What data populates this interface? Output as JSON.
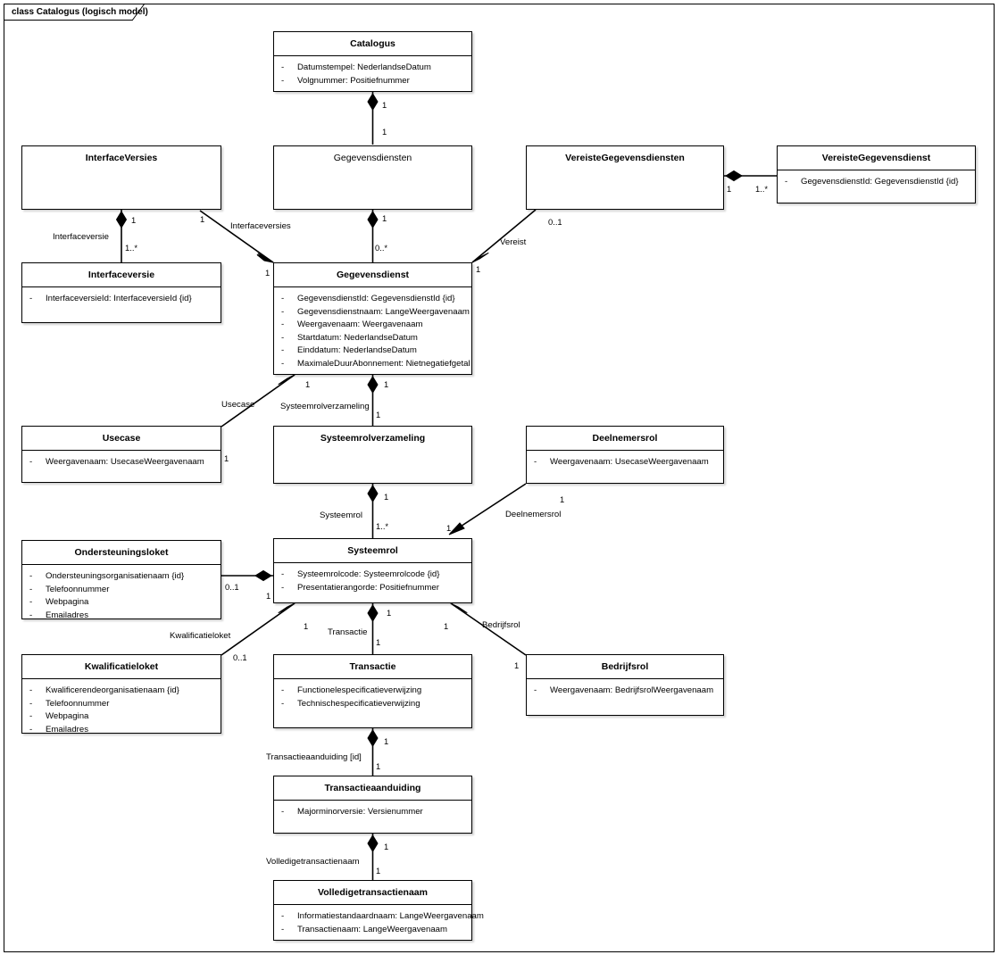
{
  "diagram": {
    "title": "class Catalogus (logisch model)",
    "type": "uml-class-diagram"
  },
  "classes": [
    {
      "id": "catalogus",
      "name": "Catalogus",
      "bold_title": true,
      "attributes": [
        "Datumstempel: NederlandseDatum",
        "Volgnummer: Positiefnummer"
      ]
    },
    {
      "id": "interfaceversies",
      "name": "InterfaceVersies",
      "bold_title": true,
      "attributes": []
    },
    {
      "id": "gegevensdiensten",
      "name": "Gegevensdiensten",
      "bold_title": false,
      "attributes": []
    },
    {
      "id": "vereistegegevensdiensten",
      "name": "VereisteGegevensdiensten",
      "bold_title": true,
      "attributes": []
    },
    {
      "id": "vereistegegevensdienst",
      "name": "VereisteGegevensdienst",
      "bold_title": true,
      "attributes": [
        "GegevensdienstId: GegevensdienstId {id}"
      ]
    },
    {
      "id": "interfaceversie",
      "name": "Interfaceversie",
      "bold_title": true,
      "attributes": [
        "InterfaceversieId: InterfaceversieId {id}"
      ]
    },
    {
      "id": "gegevensdienst",
      "name": "Gegevensdienst",
      "bold_title": true,
      "attributes": [
        "GegevensdienstId: GegevensdienstId {id}",
        "Gegevensdienstnaam: LangeWeergavenaam",
        "Weergavenaam: Weergavenaam",
        "Startdatum: NederlandseDatum",
        "Einddatum: NederlandseDatum",
        "MaximaleDuurAbonnement: Nietnegatiefgetal"
      ]
    },
    {
      "id": "usecase",
      "name": "Usecase",
      "bold_title": true,
      "attributes": [
        "Weergavenaam: UsecaseWeergavenaam"
      ]
    },
    {
      "id": "systeemrolverzameling",
      "name": "Systeemrolverzameling",
      "bold_title": true,
      "attributes": []
    },
    {
      "id": "deelnemersrol",
      "name": "Deelnemersrol",
      "bold_title": true,
      "attributes": [
        "Weergavenaam: UsecaseWeergavenaam"
      ]
    },
    {
      "id": "ondersteuningsloket",
      "name": "Ondersteuningsloket",
      "bold_title": true,
      "attributes": [
        "Ondersteuningsorganisatienaam {id}",
        "Telefoonnummer",
        "Webpagina",
        "Emailadres"
      ]
    },
    {
      "id": "systeemrol",
      "name": "Systeemrol",
      "bold_title": true,
      "attributes": [
        "Systeemrolcode: Systeemrolcode {id}",
        "Presentatierangorde: Positiefnummer"
      ]
    },
    {
      "id": "kwalificatieloket",
      "name": "Kwalificatieloket",
      "bold_title": true,
      "attributes": [
        "Kwalificerendeorganisatienaam {id}",
        "Telefoonnummer",
        "Webpagina",
        "Emailadres"
      ]
    },
    {
      "id": "transactie",
      "name": "Transactie",
      "bold_title": true,
      "attributes": [
        "Functionelespecificatieverwijzing",
        "Technischespecificatieverwijzing"
      ]
    },
    {
      "id": "bedrijfsrol",
      "name": "Bedrijfsrol",
      "bold_title": true,
      "attributes": [
        "Weergavenaam: BedrijfsrolWeergavenaam"
      ]
    },
    {
      "id": "transactieaanduiding",
      "name": "Transactieaanduiding",
      "bold_title": true,
      "attributes": [
        "Majorminorversie: Versienummer"
      ]
    },
    {
      "id": "volledigetransactienaam",
      "name": "Volledigetransactienaam",
      "bold_title": true,
      "attributes": [
        "Informatiestandaardnaam: LangeWeergavenaam",
        "Transactienaam: LangeWeergavenaam"
      ]
    }
  ],
  "associations": [
    {
      "id": "a1",
      "from": "catalogus",
      "to": "gegevensdiensten",
      "role": "",
      "from_mult": "1",
      "to_mult": "1"
    },
    {
      "id": "a2",
      "from": "interfaceversies",
      "to": "interfaceversie",
      "role": "Interfaceversie",
      "from_mult": "1",
      "to_mult": "1..*"
    },
    {
      "id": "a3",
      "from": "interfaceversies",
      "to": "gegevensdienst",
      "role": "Interfaceversies",
      "from_mult": "1",
      "to_mult": "1"
    },
    {
      "id": "a4",
      "from": "gegevensdiensten",
      "to": "gegevensdienst",
      "role": "",
      "from_mult": "1",
      "to_mult": "0..*"
    },
    {
      "id": "a5",
      "from": "vereistegegevensdiensten",
      "to": "vereistegegevensdienst",
      "role": "",
      "from_mult": "1",
      "to_mult": "1..*"
    },
    {
      "id": "a6",
      "from": "vereistegegevensdiensten",
      "to": "gegevensdienst",
      "role": "Vereist",
      "from_mult": "0..1",
      "to_mult": "1"
    },
    {
      "id": "a7",
      "from": "gegevensdienst",
      "to": "usecase",
      "role": "Usecase",
      "from_mult": "1",
      "to_mult": "1"
    },
    {
      "id": "a8",
      "from": "gegevensdienst",
      "to": "systeemrolverzameling",
      "role": "Systeemrolverzameling",
      "from_mult": "1",
      "to_mult": "1"
    },
    {
      "id": "a9",
      "from": "systeemrolverzameling",
      "to": "systeemrol",
      "role": "Systeemrol",
      "from_mult": "1",
      "to_mult": "1..*"
    },
    {
      "id": "a10",
      "from": "deelnemersrol",
      "to": "systeemrol",
      "role": "Deelnemersrol",
      "from_mult": "1",
      "to_mult": "1"
    },
    {
      "id": "a11",
      "from": "systeemrol",
      "to": "ondersteuningsloket",
      "role": "",
      "from_mult": "1",
      "to_mult": "0..1"
    },
    {
      "id": "a12",
      "from": "systeemrol",
      "to": "kwalificatieloket",
      "role": "Kwalificatieloket",
      "from_mult": "1",
      "to_mult": "0..1"
    },
    {
      "id": "a13",
      "from": "systeemrol",
      "to": "transactie",
      "role": "Transactie",
      "from_mult": "1",
      "to_mult": "1"
    },
    {
      "id": "a14",
      "from": "systeemrol",
      "to": "bedrijfsrol",
      "role": "Bedrijfsrol",
      "from_mult": "1",
      "to_mult": "1"
    },
    {
      "id": "a15",
      "from": "transactie",
      "to": "transactieaanduiding",
      "role": "Transactieaanduiding [id]",
      "from_mult": "1",
      "to_mult": "1"
    },
    {
      "id": "a16",
      "from": "transactieaanduiding",
      "to": "volledigetransactienaam",
      "role": "Volledigetransactienaam",
      "from_mult": "1",
      "to_mult": "1"
    }
  ],
  "labels": {
    "m_cat_1": "1",
    "m_gdn_top": "1",
    "m_ifvs_1": "1",
    "m_ifv_1n": "1..*",
    "role_interfaceversie": "Interfaceversie",
    "m_ifvs_r1": "1",
    "role_interfaceversies": "Interfaceversies",
    "m_gd_ifv1": "1",
    "m_gdn_bot": "1",
    "m_gd_top": "0..*",
    "m_vgdn_1": "1",
    "m_vgd_1n": "1..*",
    "m_vgdn_01": "0..1",
    "role_vereist": "Vereist",
    "m_gd_vereist": "1",
    "m_gd_usecase": "1",
    "role_usecase": "Usecase",
    "m_usecase_1": "1",
    "m_gd_srv": "1",
    "role_systeemrolverzameling": "Systeemrolverzameling",
    "m_srv_top": "1",
    "m_srv_bot": "1",
    "role_systeemrol": "Systeemrol",
    "m_sr_top": "1..*",
    "m_drol_1": "1",
    "role_deelnemersrol": "Deelnemersrol",
    "m_sr_drol": "1",
    "m_ond_01": "0..1",
    "m_sr_ond": "1",
    "m_sr_kwal": "1",
    "role_kwalificatieloket": "Kwalificatieloket",
    "m_kwal_01": "0..1",
    "m_sr_trans": "1",
    "role_transactie": "Transactie",
    "m_trans_1": "1",
    "m_sr_bedr": "1",
    "role_bedrijfsrol": "Bedrijfsrol",
    "m_bedr_1": "1",
    "m_trans_bot": "1",
    "role_transactieaanduiding": "Transactieaanduiding [id]",
    "m_ta_top": "1",
    "m_ta_bot": "1",
    "role_volledigetransactienaam": "Volledigetransactienaam",
    "m_vtn_top": "1"
  },
  "colors": {
    "line": "#000000",
    "fill": "#ffffff",
    "text": "#000000"
  }
}
